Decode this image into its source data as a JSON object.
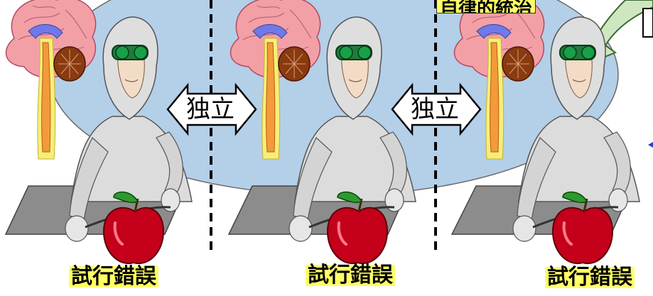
{
  "top_label": "自律的統治",
  "arrows": [
    {
      "label": "独立"
    },
    {
      "label": "独立"
    }
  ],
  "panels": [
    {
      "caption": "試行錯誤"
    },
    {
      "caption": "試行錯誤"
    },
    {
      "caption": "試行錯誤"
    }
  ],
  "colors": {
    "ellipse": "#b4cfe8",
    "suit": "#dcdcdc",
    "brain": "#f2a0a6",
    "apple": "#c4001a",
    "leaf": "#2e9a2e",
    "caption_bg": "#ffff66",
    "arrow_back": "#cfe7c0",
    "divider": "#000000"
  }
}
